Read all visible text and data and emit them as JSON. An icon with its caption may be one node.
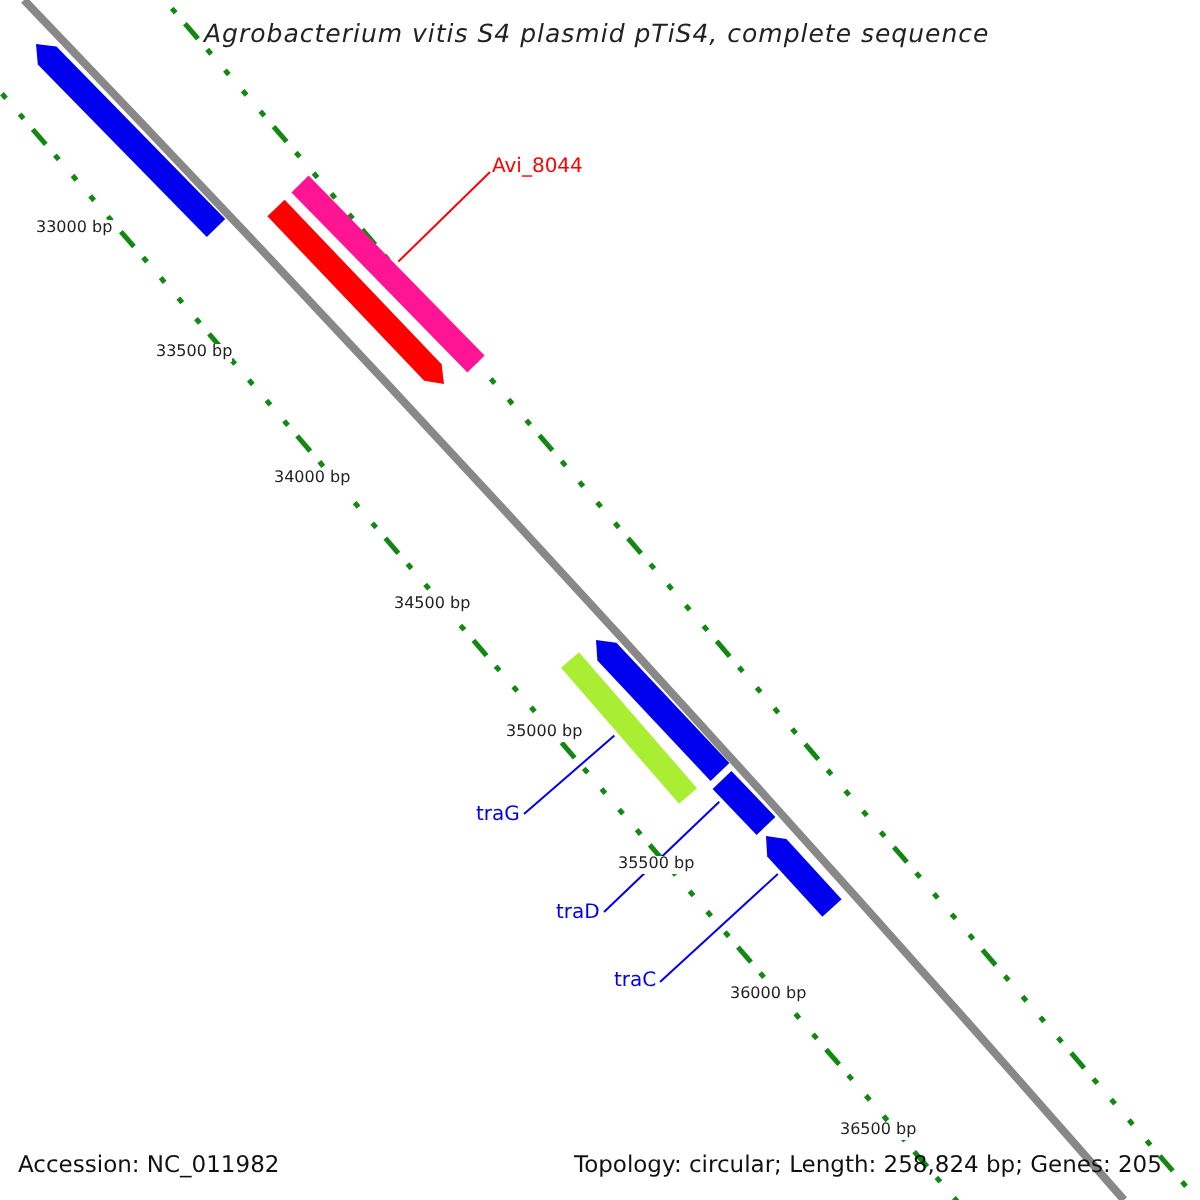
{
  "diagram": {
    "title": "Agrobacterium vitis S4 plasmid pTiS4, complete sequence",
    "nodes": [
      {
        "text": [
          "Avi_8044"
        ]
      },
      {
        "text": [],
        "shape": "bar"
      },
      {
        "text": [
          "traG"
        ]
      },
      {
        "text": [],
        "shape": "bar"
      },
      {
        "text": [
          "traD"
        ]
      },
      {
        "text": [],
        "shape": "bar"
      },
      {
        "text": [
          "traC"
        ]
      },
      {
        "text": [],
        "shape": "bar"
      },
      {
        "text": [],
        "shape": "bar"
      },
      {
        "text": [],
        "shape": "bar"
      },
      {
        "text": [],
        "shape": "bar"
      }
    ],
    "edges": [
      {
        "from": 0,
        "to": 1,
        "arrow": "none",
        "color": "#ff0000"
      },
      {
        "from": 2,
        "to": 3,
        "arrow": "none"
      },
      {
        "from": 4,
        "to": 5,
        "arrow": "none"
      },
      {
        "from": 6,
        "to": 7,
        "arrow": "none"
      }
    ],
    "labels": [
      "33000 bp",
      "33500 bp",
      "34000 bp",
      "34500 bp",
      "35000 bp",
      "35500 bp",
      "36000 bp",
      "36500 bp",
      "Accession: NC_011982",
      "Topology: circular; Length: 258,824 bp; Genes: 205"
    ]
  }
}
